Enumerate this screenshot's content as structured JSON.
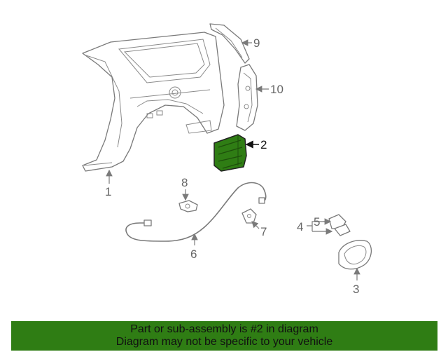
{
  "callouts": {
    "c1": "1",
    "c2": "2",
    "c3": "3",
    "c4": "4",
    "c5": "5",
    "c6": "6",
    "c7": "7",
    "c8": "8",
    "c9": "9",
    "c10": "10"
  },
  "highlight_color": "#2f7d14",
  "banner": {
    "line1": "Part or sub-assembly is #2 in diagram",
    "line2": "Diagram may not be specific to your vehicle"
  }
}
